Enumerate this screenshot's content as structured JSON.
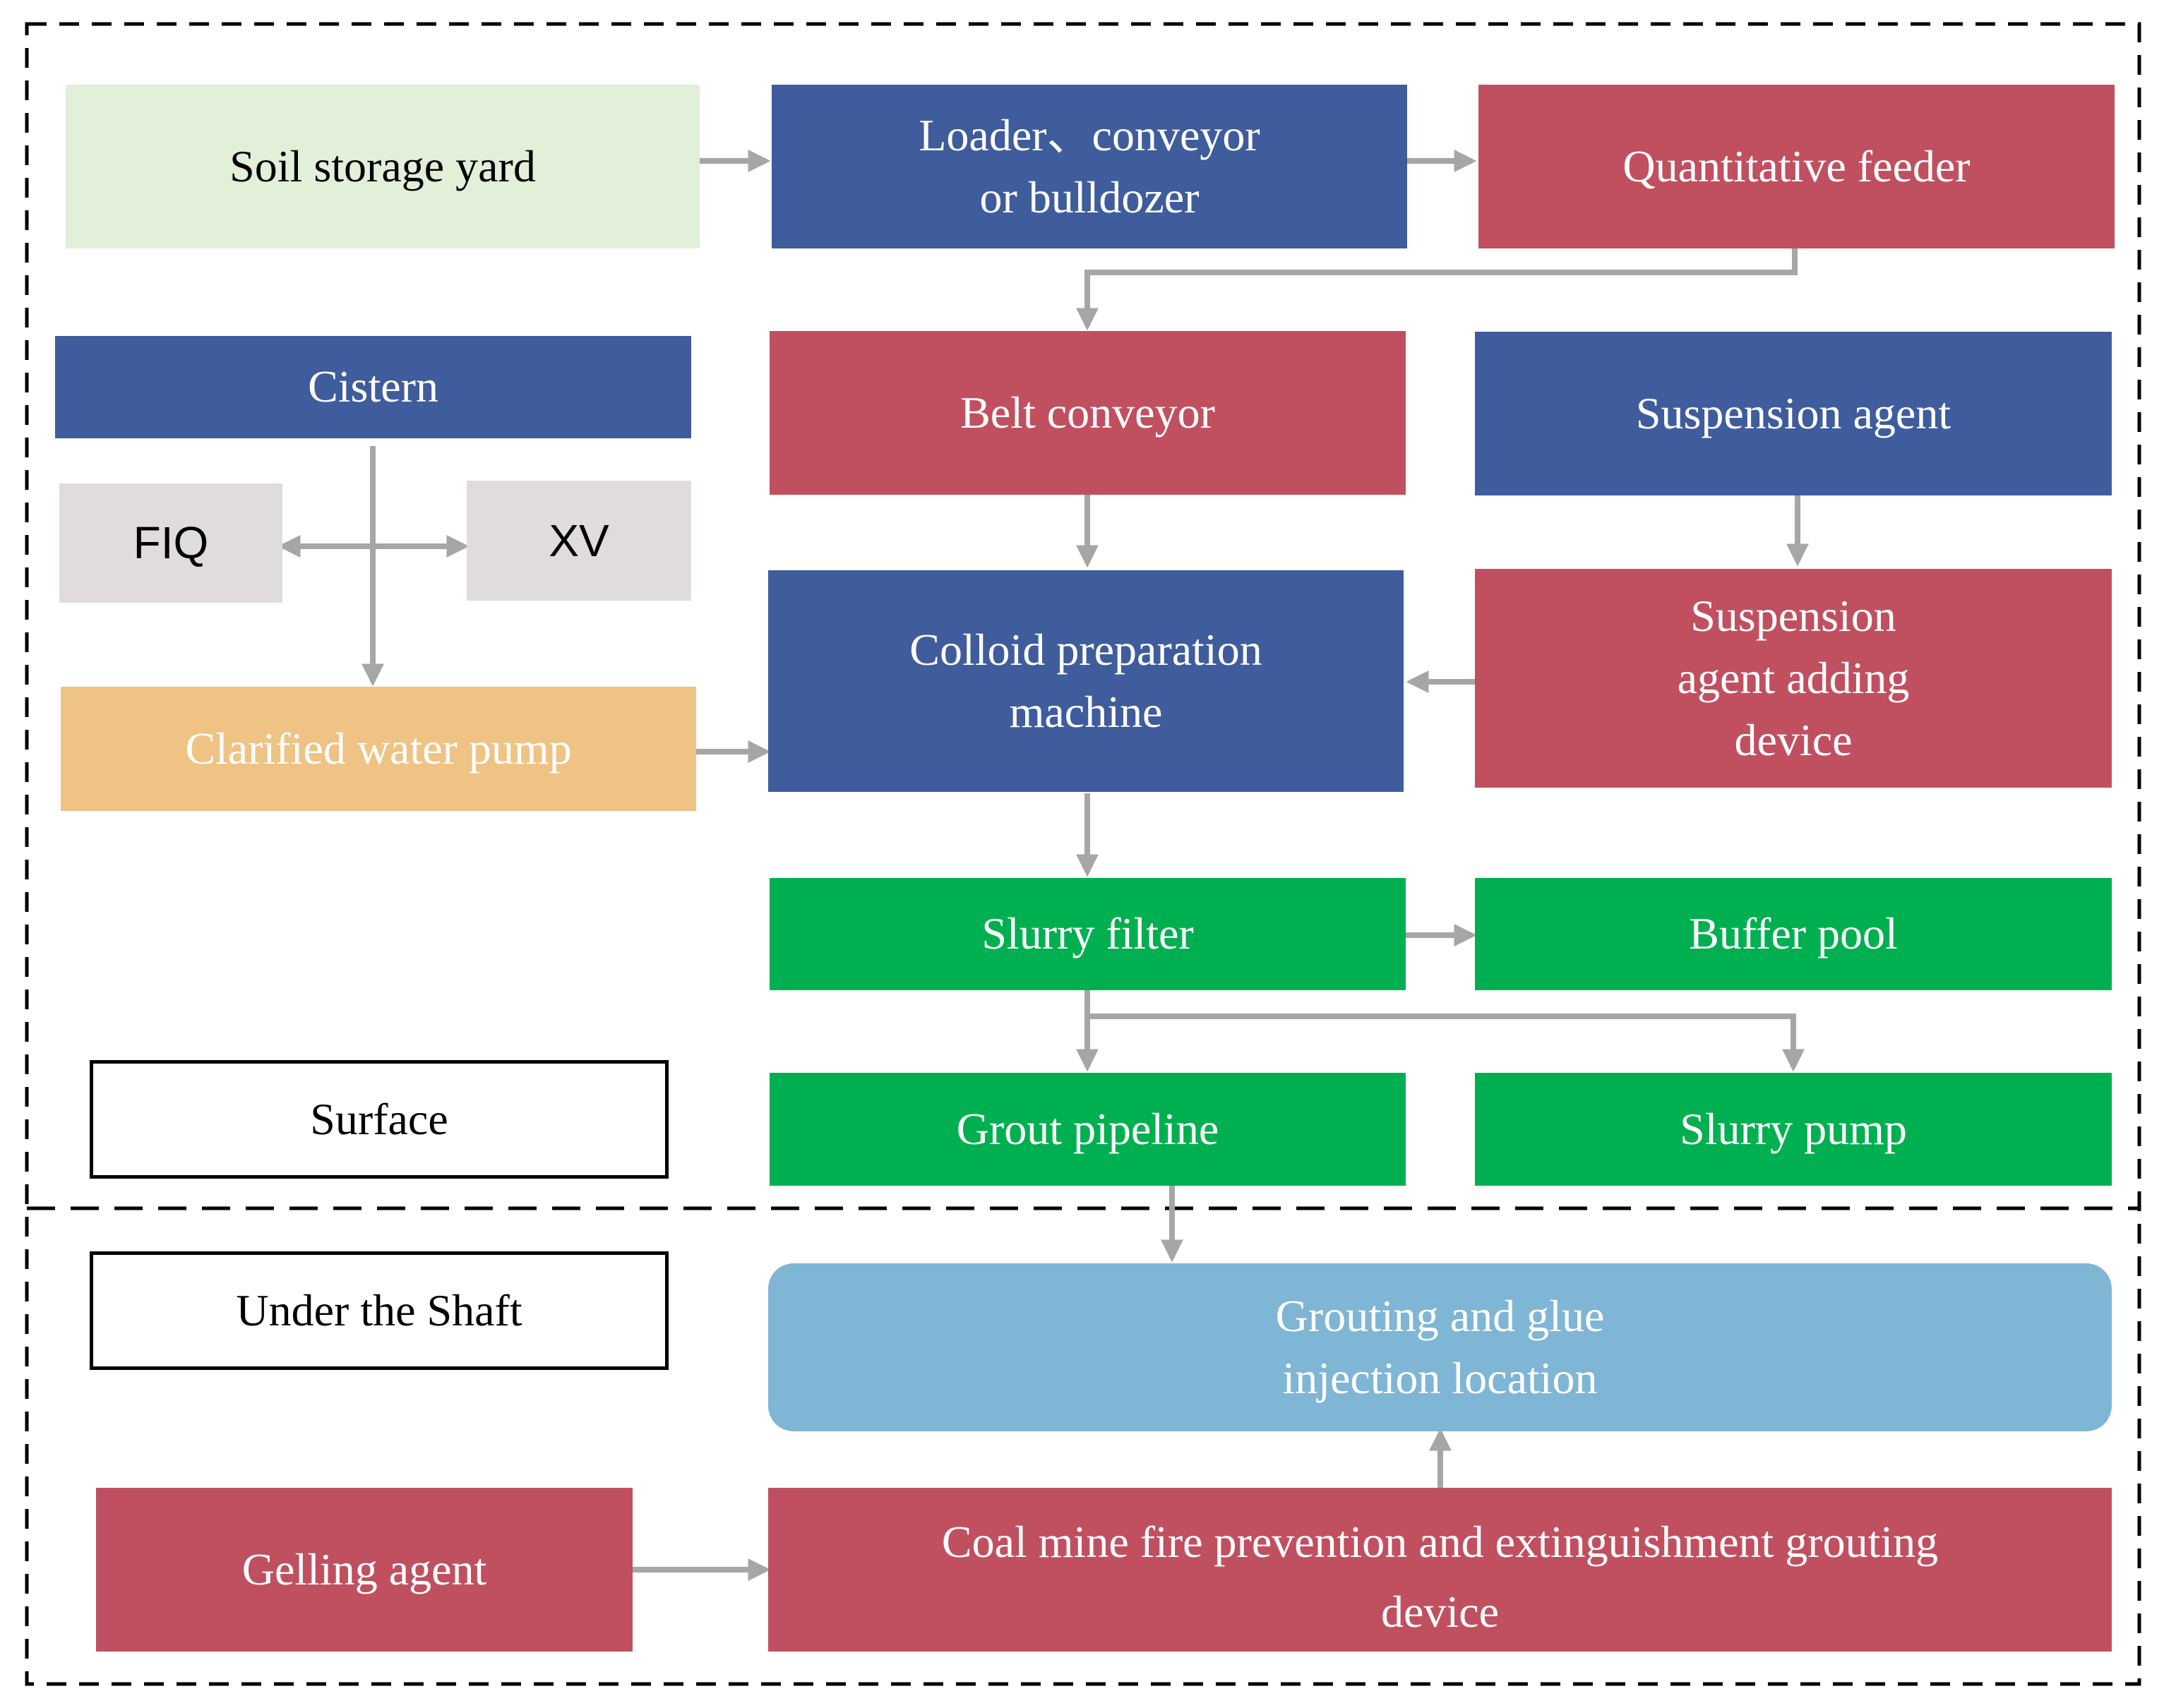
{
  "nodes": {
    "soil_storage_yard": "Soil storage yard",
    "loader": "Loader、conveyor\nor bulldozer",
    "quantitative_feeder": "Quantitative feeder",
    "cistern": "Cistern",
    "belt_conveyor": "Belt conveyor",
    "suspension_agent": "Suspension agent",
    "fiq": "FIQ",
    "xv": "XV",
    "colloid_machine": "Colloid preparation\nmachine",
    "suspension_device": "Suspension\nagent adding\ndevice",
    "clarified_pump": "Clarified water pump",
    "slurry_filter": "Slurry filter",
    "buffer_pool": "Buffer pool",
    "grout_pipeline": "Grout pipeline",
    "slurry_pump": "Slurry pump",
    "grouting_location": "Grouting and glue\ninjection location",
    "gelling_agent": "Gelling agent",
    "grouting_device": "Coal mine  fire prevention and extinguishment grouting\ndevice"
  },
  "zones": {
    "surface": "Surface",
    "under_shaft": "Under the Shaft"
  },
  "colors": {
    "blue": "#3f5c9c",
    "red": "#c05060",
    "green": "#00b050",
    "light_green": "#e2efd9",
    "grey": "#e0dcdc",
    "orange": "#eec384",
    "sky": "#7fb5d5",
    "arrow": "#a6a6a6"
  }
}
